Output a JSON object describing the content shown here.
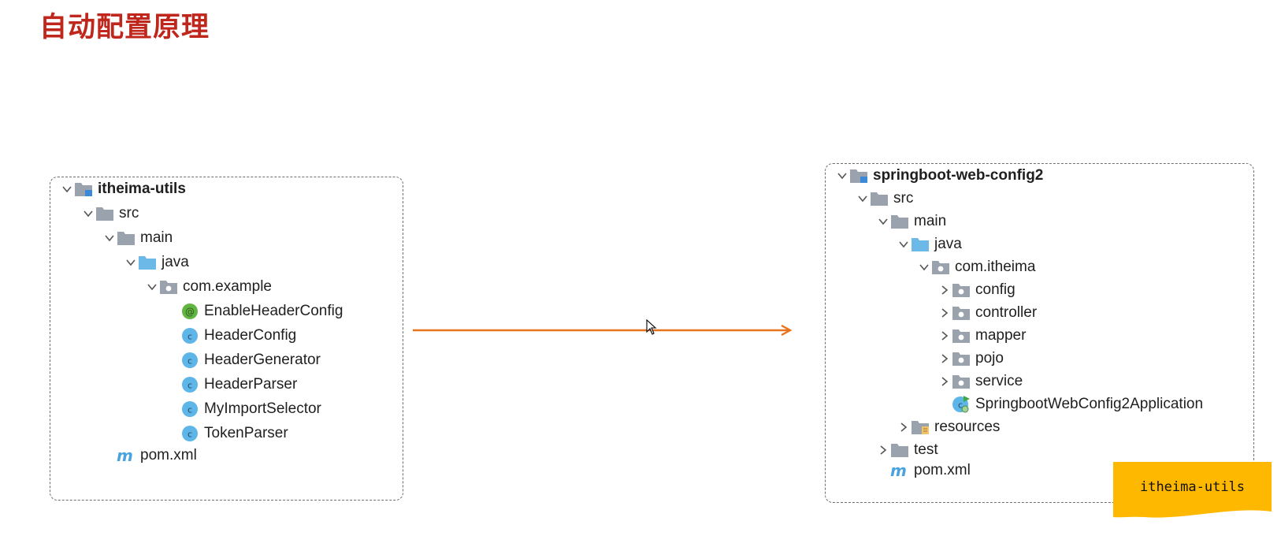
{
  "slide": {
    "title": "自动配置原理"
  },
  "left_tree": {
    "root": "itheima-utils",
    "src": "src",
    "main": "main",
    "java": "java",
    "package": "com.example",
    "files": [
      {
        "name": "EnableHeaderConfig",
        "icon": "annotation-icon"
      },
      {
        "name": "HeaderConfig",
        "icon": "class-icon"
      },
      {
        "name": "HeaderGenerator",
        "icon": "class-icon"
      },
      {
        "name": "HeaderParser",
        "icon": "class-icon"
      },
      {
        "name": "MyImportSelector",
        "icon": "class-icon"
      },
      {
        "name": "TokenParser",
        "icon": "class-icon"
      }
    ],
    "pom": "pom.xml"
  },
  "right_tree": {
    "root": "springboot-web-config2",
    "src": "src",
    "main": "main",
    "java": "java",
    "package": "com.itheima",
    "subpackages": [
      "config",
      "controller",
      "mapper",
      "pojo",
      "service"
    ],
    "app_class": "SpringbootWebConfig2Application",
    "resources": "resources",
    "test": "test",
    "pom": "pom.xml"
  },
  "note": {
    "label": "itheima-utils",
    "color": "#FFB800"
  },
  "colors": {
    "title": "#c0271c",
    "arrow": "#e8731c",
    "folder": "#9aa3ad",
    "source_folder": "#6cb8e6",
    "class_icon": "#5eb5e8",
    "annotation_icon": "#62b543",
    "maven_icon": "#4aa3df"
  }
}
